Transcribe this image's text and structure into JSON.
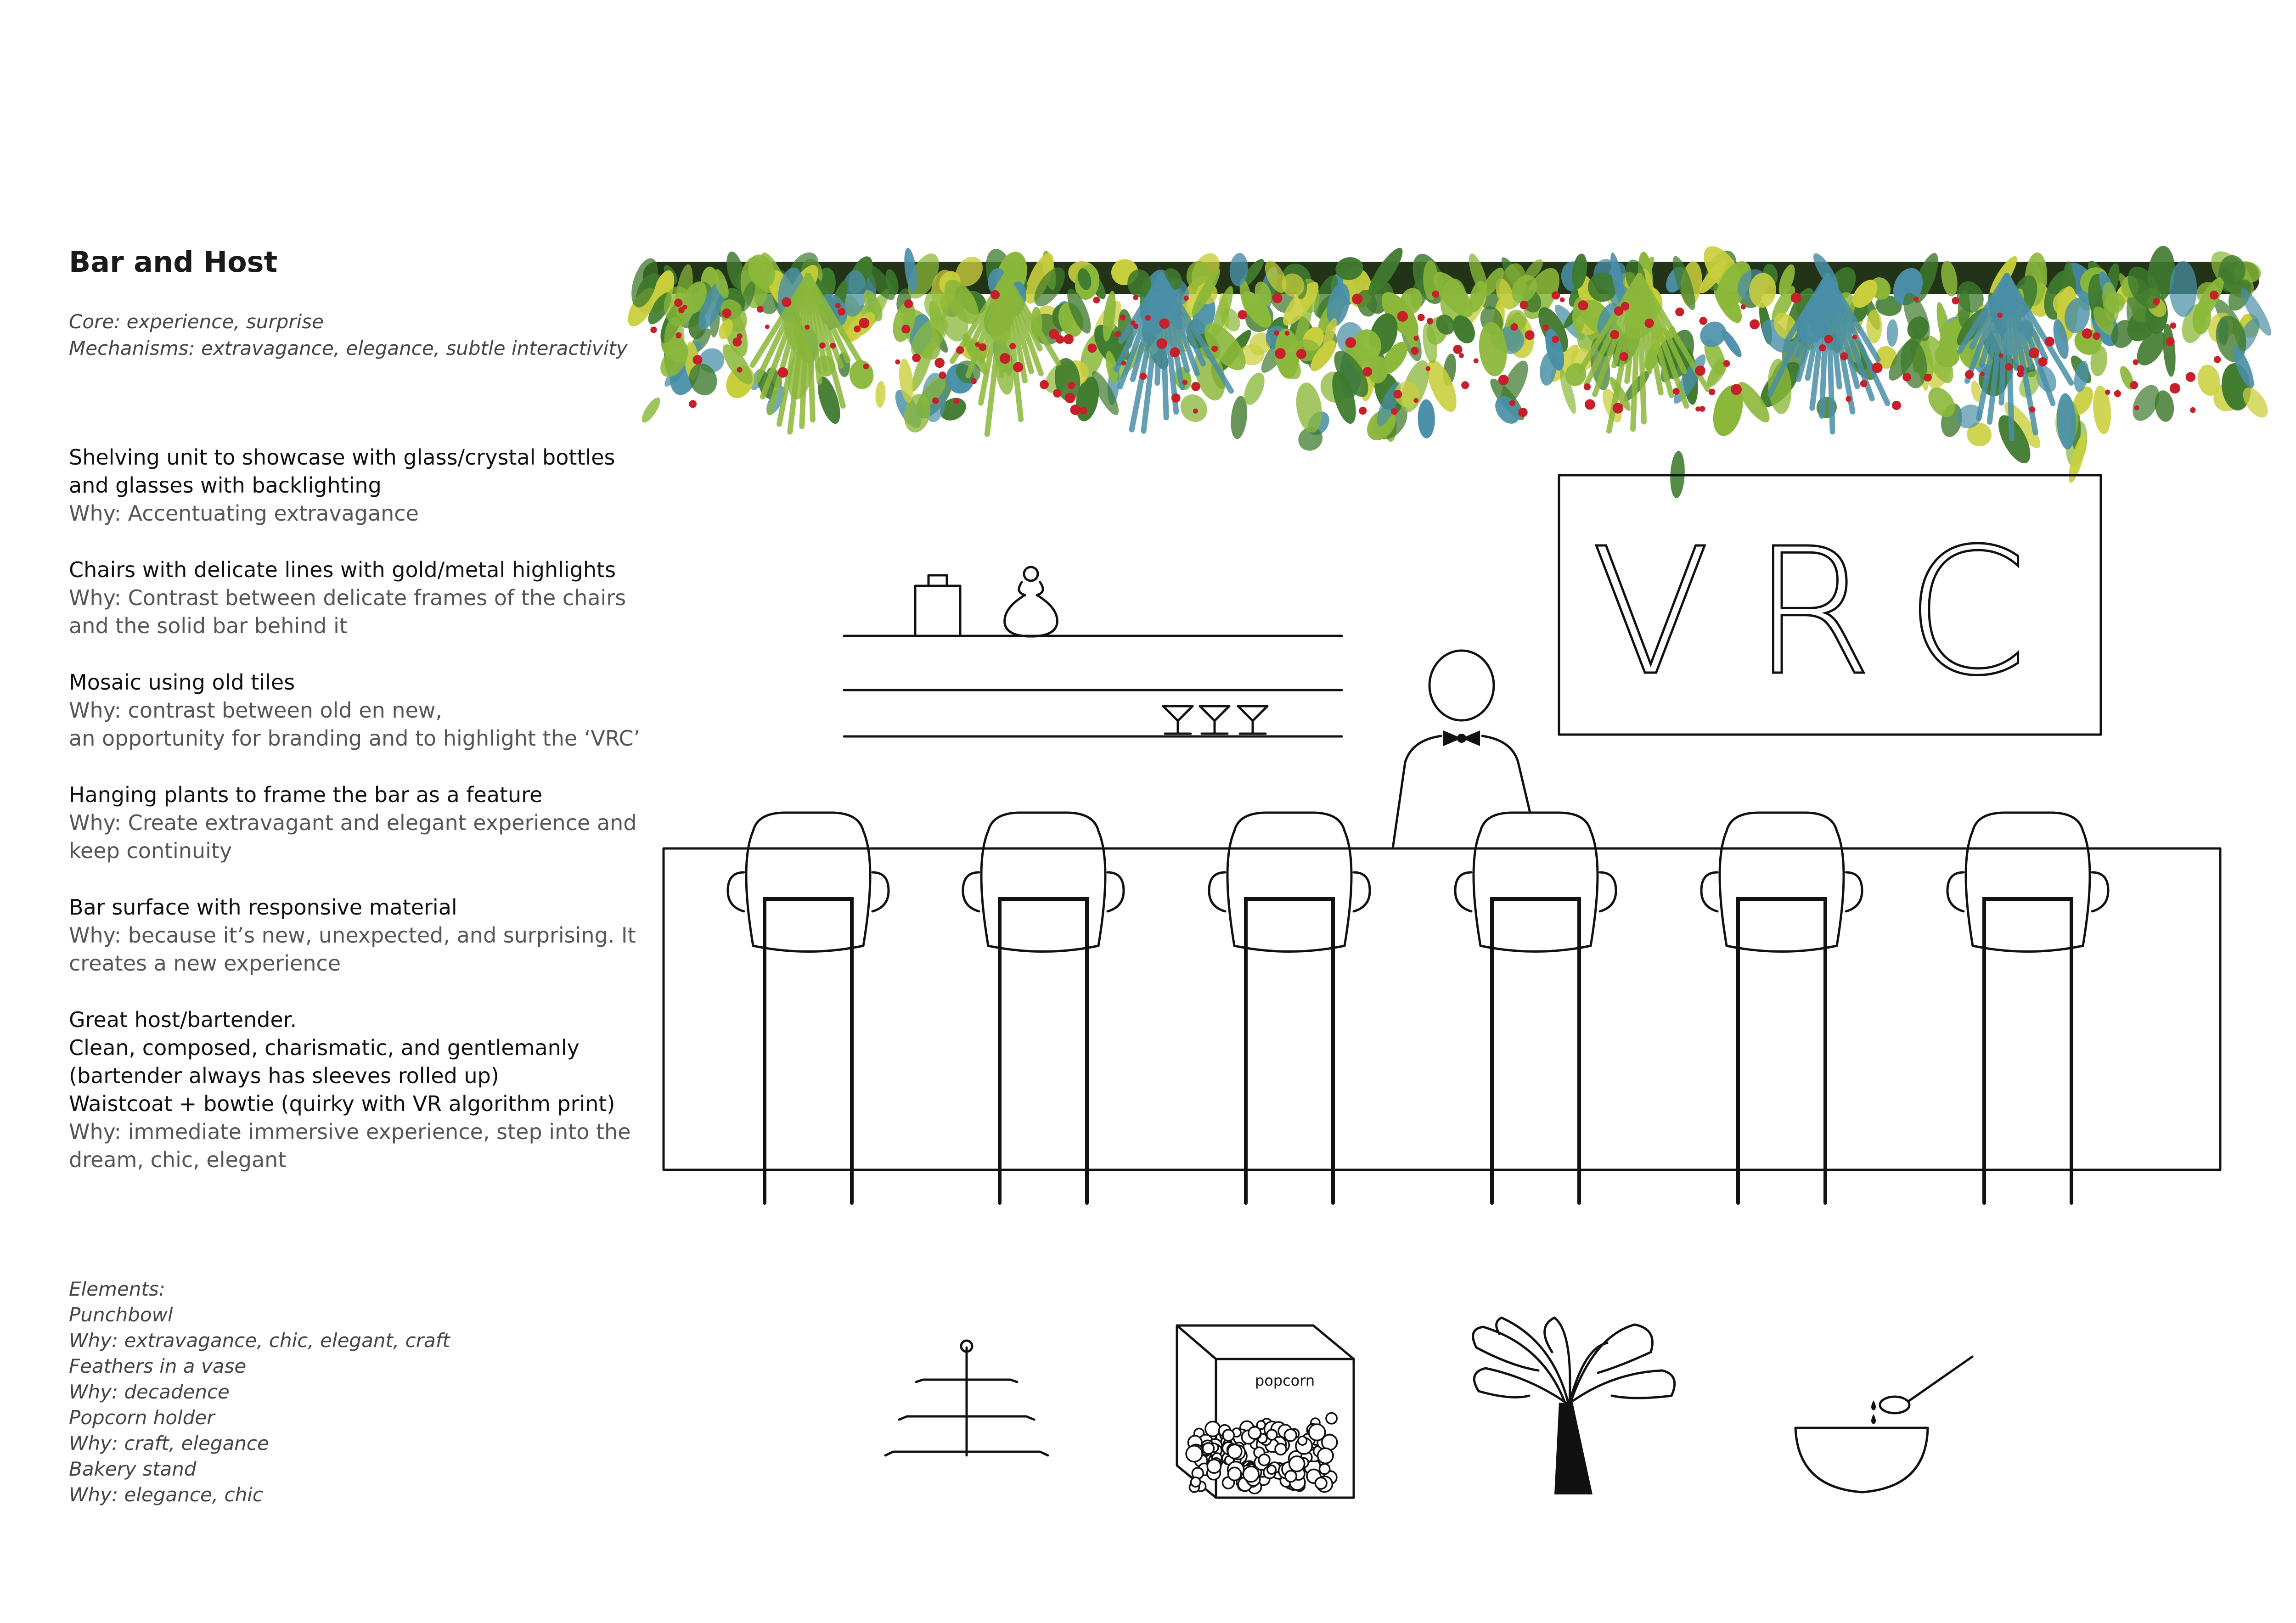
{
  "title": "Bar and Host",
  "subtitle": {
    "core": "Core: experience, surprise",
    "mechanisms": "Mechanisms: extravagance, elegance, subtle interactivity"
  },
  "features": [
    {
      "lines": [
        "Shelving unit to showcase with glass/crystal bottles",
        "and glasses with backlighting"
      ],
      "why": [
        "Why: Accentuating extravagance"
      ]
    },
    {
      "lines": [
        "Chairs with delicate lines with gold/metal highlights"
      ],
      "why": [
        "Why: Contrast between delicate frames of the chairs",
        "and the solid bar behind it"
      ]
    },
    {
      "lines": [
        "Mosaic using old tiles"
      ],
      "why": [
        "Why: contrast between old en new,",
        "an opportunity for branding and to highlight the ‘VRC’"
      ]
    },
    {
      "lines": [
        "Hanging plants to frame the bar as a feature"
      ],
      "why": [
        "Why: Create extravagant and elegant experience and",
        "keep continuity"
      ]
    },
    {
      "lines": [
        "Bar surface with responsive material"
      ],
      "why": [
        "Why: because it’s new, unexpected, and surprising.  It",
        "creates a new experience"
      ]
    },
    {
      "lines": [
        "Great host/bartender.",
        "Clean, composed, charismatic, and gentlemanly",
        "(bartender always has sleeves rolled up)",
        "Waistcoat + bowtie (quirky with VR algorithm print)"
      ],
      "why": [
        "Why: immediate immersive experience, step into the",
        "dream, chic, elegant"
      ]
    }
  ],
  "elements": [
    "Elements:",
    "Punchbowl",
    "Why: extravagance, chic, elegant, craft",
    "Feathers in a vase",
    "Why: decadence",
    "Popcorn holder",
    "Why: craft, elegance",
    "Bakery stand",
    "Why: elegance, chic"
  ],
  "sign_text": "VRC",
  "popcorn_label": "popcorn",
  "icons": {
    "plants": "hanging-plants-image",
    "bottle": "square-bottle-icon",
    "decanter": "decanter-icon",
    "glasses": "martini-glass-icon",
    "host": "bartender-figure",
    "stool": "bar-stool-icon",
    "bakery": "bakery-stand-icon",
    "popcorn": "popcorn-holder-icon",
    "feathers": "feathers-vase-icon",
    "punch": "punchbowl-icon"
  },
  "colors": {
    "ink": "#111111",
    "fern": "#8bb83a",
    "leaf_dark": "#3f7a2e",
    "leaf_blue": "#4a8fa8",
    "flower_red": "#c8202a",
    "leaf_yellow": "#c9cf3c"
  }
}
